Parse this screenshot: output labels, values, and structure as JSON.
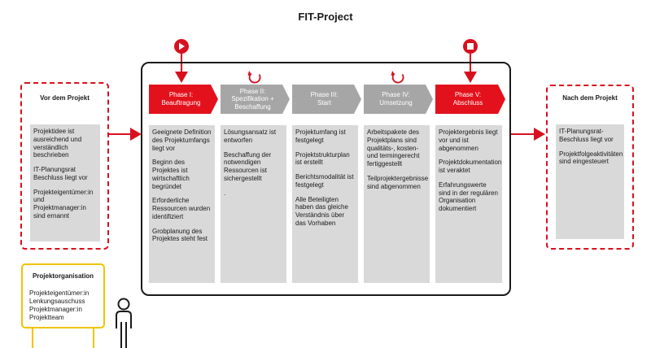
{
  "title": "FIT-Project",
  "before": {
    "heading": "Vor dem Projekt",
    "items": [
      "Projektidee ist ausreichend und verständlich beschrieben",
      "IT-Planungsrat Beschluss liegt vor",
      "Projekteigentümer:in und Projektmanager:in sind ernannt"
    ]
  },
  "after": {
    "heading": "Nach dem Projekt",
    "items": [
      "IT-Planungsrat-Beschluss liegt vor",
      "Projektfolgeaktivitäten sind eingesteuert"
    ]
  },
  "phases": [
    {
      "title": "Phase I:",
      "subtitle": "Beauftragung",
      "color": "#e3111c",
      "items": [
        "Geeignete Definition des Projektumfangs liegt vor",
        "Beginn des Projektes ist wirtschaftlich begründet",
        "Erforderliche Ressourcen wurden identifiziert",
        "Grobplanung des Projektes steht fest"
      ]
    },
    {
      "title": "Phase II:",
      "subtitle": "Spezifikation + Beschaffung",
      "color": "#a6a6a6",
      "items": [
        "Lösungsansatz ist entworfen",
        "Beschaffung der notwendigen Ressourcen ist sichergestellt",
        "."
      ]
    },
    {
      "title": "Phase III:",
      "subtitle": "Start",
      "color": "#a6a6a6",
      "items": [
        "Projektumfang ist festgelegt",
        "Projektstrukturplan ist erstellt",
        "Berichtsmodalität ist festgelegt",
        "Alle Beteiligten haben das gleiche Verständnis über das Vorhaben"
      ]
    },
    {
      "title": "Phase IV:",
      "subtitle": "Umsetzung",
      "color": "#a6a6a6",
      "items": [
        "Arbeitspakete des Projektplans sind qualitäts-, kosten- und termingerecht fertiggestellt",
        "Teilprojektergebnisse sind abgenommen"
      ]
    },
    {
      "title": "Phase V:",
      "subtitle": "Abschluss",
      "color": "#e3111c",
      "items": [
        "Projektergebnis liegt vor und ist abgenommen",
        "Projektdokumentation ist veraktet",
        "Erfahrungswerte sind in der regulären Organisation dokumentiert"
      ]
    }
  ],
  "organization": {
    "heading": "Projektorganisation",
    "items": [
      "Projekteigentümer:in",
      "Lenkungsauschuss",
      "Projektmanager:in",
      "Projektteam"
    ]
  },
  "icons": {
    "start": "play-icon",
    "end": "stop-icon",
    "repeat": "refresh-icon",
    "person": "person-icon"
  },
  "colors": {
    "accent": "#e3111c",
    "neutral": "#a6a6a6",
    "box": "#d9d9d9",
    "org": "#f2c300"
  }
}
